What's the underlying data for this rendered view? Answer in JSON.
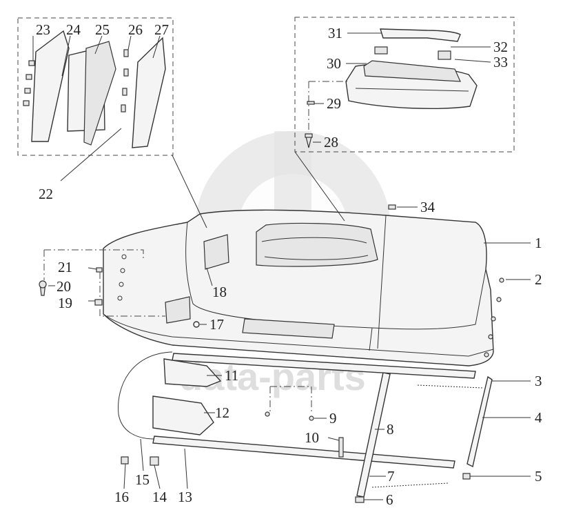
{
  "watermark": {
    "text": "data-parts",
    "color": "#d9d9d9"
  },
  "callouts": [
    {
      "id": "c1",
      "label": "1"
    },
    {
      "id": "c2",
      "label": "2"
    },
    {
      "id": "c3",
      "label": "3"
    },
    {
      "id": "c4",
      "label": "4"
    },
    {
      "id": "c5",
      "label": "5"
    },
    {
      "id": "c6",
      "label": "6"
    },
    {
      "id": "c7",
      "label": "7"
    },
    {
      "id": "c8",
      "label": "8"
    },
    {
      "id": "c9",
      "label": "9"
    },
    {
      "id": "c10",
      "label": "10"
    },
    {
      "id": "c11",
      "label": "11"
    },
    {
      "id": "c12",
      "label": "12"
    },
    {
      "id": "c13",
      "label": "13"
    },
    {
      "id": "c14",
      "label": "14"
    },
    {
      "id": "c15",
      "label": "15"
    },
    {
      "id": "c16",
      "label": "16"
    },
    {
      "id": "c17",
      "label": "17"
    },
    {
      "id": "c18",
      "label": "18"
    },
    {
      "id": "c19",
      "label": "19"
    },
    {
      "id": "c20",
      "label": "20"
    },
    {
      "id": "c21",
      "label": "21"
    },
    {
      "id": "c22",
      "label": "22"
    },
    {
      "id": "c23",
      "label": "23"
    },
    {
      "id": "c24",
      "label": "24"
    },
    {
      "id": "c25",
      "label": "25"
    },
    {
      "id": "c26",
      "label": "26"
    },
    {
      "id": "c27",
      "label": "27"
    },
    {
      "id": "c28",
      "label": "28"
    },
    {
      "id": "c29",
      "label": "29"
    },
    {
      "id": "c30",
      "label": "30"
    },
    {
      "id": "c31",
      "label": "31"
    },
    {
      "id": "c32",
      "label": "32"
    },
    {
      "id": "c33",
      "label": "33"
    },
    {
      "id": "c34",
      "label": "34"
    }
  ]
}
